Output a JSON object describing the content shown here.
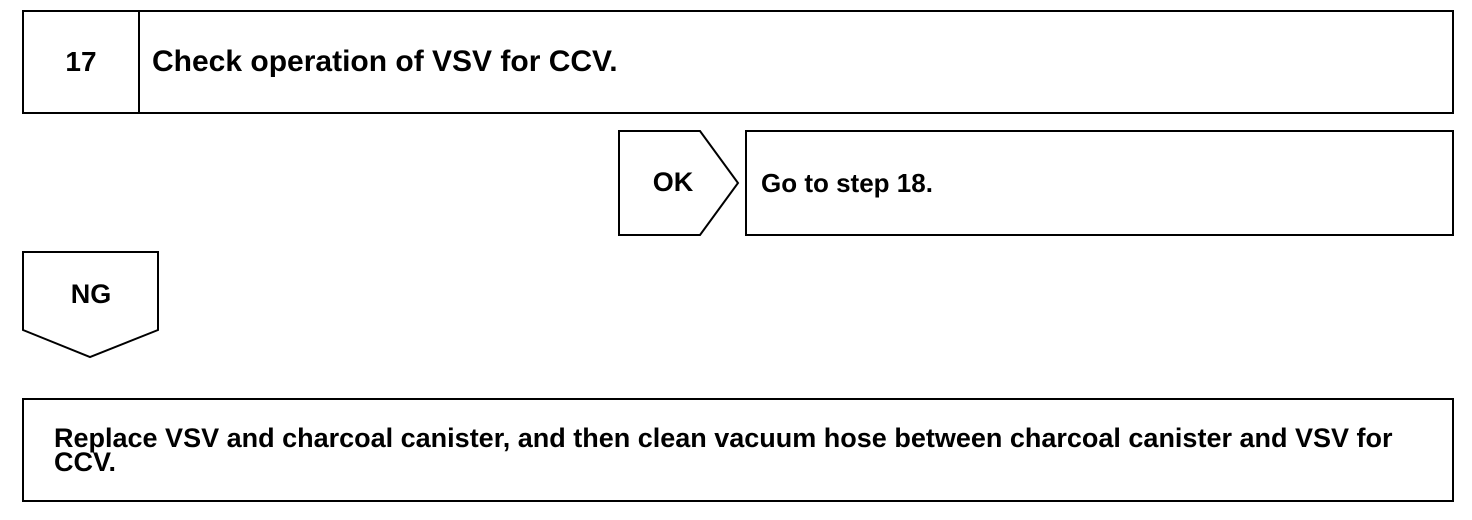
{
  "step": {
    "number": "17",
    "title": "Check operation of VSV for CCV."
  },
  "ok_branch": {
    "label": "OK",
    "result": "Go to step 18."
  },
  "ng_branch": {
    "label": "NG"
  },
  "final_action": {
    "text": "Replace VSV and charcoal canister, and then clean vacuum hose between charcoal canister and VSV for CCV."
  }
}
